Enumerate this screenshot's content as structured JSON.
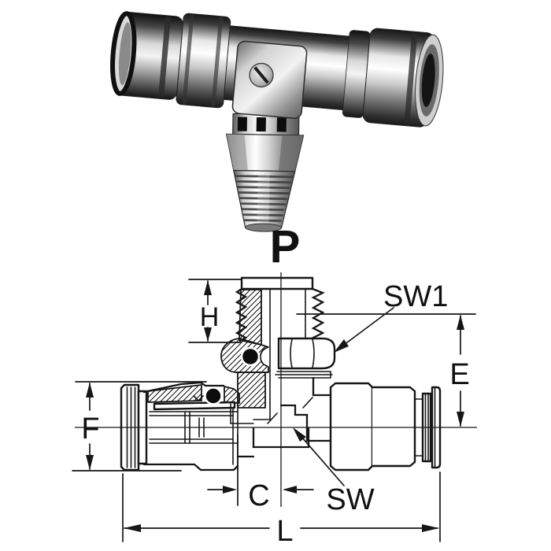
{
  "figure": {
    "port_label": "P",
    "dimensions": {
      "h": "H",
      "sw1": "SW1",
      "e": "E",
      "f": "F",
      "c": "C",
      "sw": "SW",
      "l": "L"
    }
  },
  "colors": {
    "background": "#ffffff",
    "line": "#161616",
    "seal_oring": "#0d0d0d"
  }
}
